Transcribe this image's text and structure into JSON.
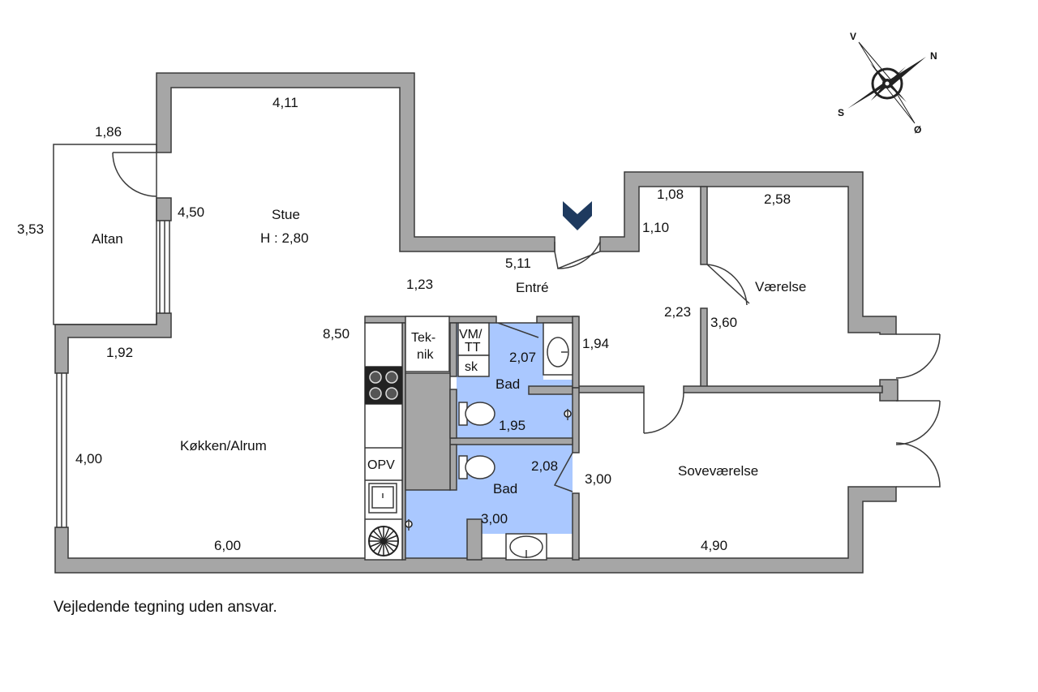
{
  "rooms": {
    "stue": "Stue",
    "stue_height": "H : 2,80",
    "altan": "Altan",
    "entre": "Entré",
    "vaerelse": "Værelse",
    "sovevaerelse": "Soveværelse",
    "kokken": "Køkken/Alrum",
    "bad_1": "Bad",
    "bad_2": "Bad",
    "teknik_1": "Tek-",
    "teknik_2": "nik",
    "vm_1": "VM/",
    "vm_2": "TT",
    "skab": "sk",
    "opv": "OPV"
  },
  "dimensions": {
    "d_4_11": "4,11",
    "d_1_86": "1,86",
    "d_3_53": "3,53",
    "d_4_50": "4,50",
    "d_5_11": "5,11",
    "d_1_23": "1,23",
    "d_8_50": "8,50",
    "d_1_92": "1,92",
    "d_4_00": "4,00",
    "d_6_00": "6,00",
    "d_1_08": "1,08",
    "d_1_10": "1,10",
    "d_2_58": "2,58",
    "d_2_23": "2,23",
    "d_3_60": "3,60",
    "d_1_94": "1,94",
    "d_2_07": "2,07",
    "d_1_95": "1,95",
    "d_2_08": "2,08",
    "d_3_00_bad": "3,00",
    "d_3_00_hall": "3,00",
    "d_4_90": "4,90"
  },
  "compass": {
    "v": "V",
    "n": "N",
    "s": "S",
    "o": "Ø"
  },
  "colors": {
    "wall": "#a6a6a6",
    "bathroom": "#aac8ff",
    "entrance_marker": "#1e3a5f"
  },
  "disclaimer": "Vejledende tegning uden ansvar."
}
